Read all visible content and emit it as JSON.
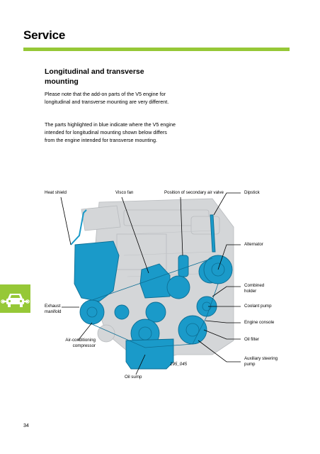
{
  "header": {
    "title": "Service",
    "accent_color": "#96c837"
  },
  "section": {
    "title": "Longitudinal and transverse mounting",
    "paragraph1": "Please note that the add-on parts of the V5 engine for longitudinal and transverse mounting are very different.",
    "paragraph2": "The parts highlighted in blue indicate where the V5 engine intended for longitudinal mounting shown below differs from the engine intended for transverse mounting."
  },
  "diagram": {
    "highlight_color": "#1a9ac9",
    "labels": {
      "heat_shield": "Heat shield",
      "visco_fan": "Visco fan",
      "secondary_air_valve": "Position of secondary air valve",
      "dipstick": "Dipstick",
      "alternator": "Alternator",
      "combined_holder": "Combined holder",
      "exhaust_manifold": "Exhaust manifold",
      "coolant_pump": "Coolant pump",
      "engine_console": "Engine console",
      "ac_compressor": "Air-conditioning compressor",
      "oil_filter": "Oil filter",
      "aux_steering_pump": "Auxiliary steering pump",
      "oil_sump": "Oil sump",
      "figure_code": "195_045"
    }
  },
  "side_tab": {
    "icon": "car-service-icon"
  },
  "footer": {
    "page_number": "34"
  }
}
